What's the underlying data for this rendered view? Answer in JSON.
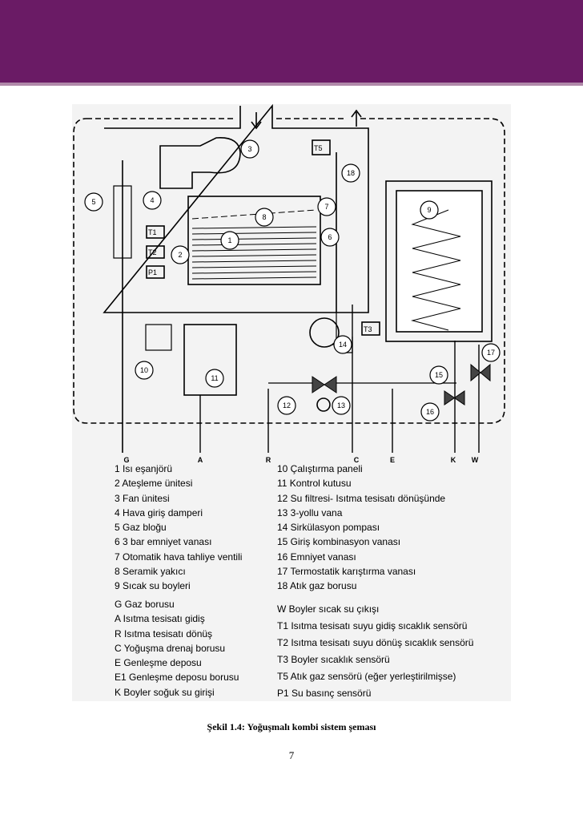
{
  "colors": {
    "header_purple": "#6a1b65",
    "header_line": "#b089a9"
  },
  "diagram": {
    "component_numbers": [
      "1",
      "2",
      "3",
      "4",
      "5",
      "6",
      "7",
      "8",
      "9",
      "10",
      "11",
      "12",
      "13",
      "14",
      "15",
      "16",
      "17",
      "18"
    ],
    "sensor_labels": {
      "T1": "T1",
      "T2": "T2",
      "P1": "P1",
      "T3": "T3",
      "T5": "T5"
    },
    "connection_letters": [
      "G",
      "A",
      "R",
      "C",
      "E",
      "K",
      "W"
    ]
  },
  "legend_left": [
    "1  Isı eşanjörü",
    "2  Ateşleme ünitesi",
    "3  Fan ünitesi",
    "4  Hava giriş damperi",
    "5  Gaz bloğu",
    "6  3 bar emniyet vanası",
    "7  Otomatik hava tahliye ventili",
    "8  Seramik yakıcı",
    "9  Sıcak su boyleri"
  ],
  "legend_right": [
    "10 Çalıştırma paneli",
    "11 Kontrol kutusu",
    "12  Su filtresi- Isıtma tesisatı dönüşünde",
    "13  3-yollu vana",
    "14  Sirkülasyon pompası",
    "15  Giriş kombinasyon vanası",
    "16  Emniyet vanası",
    "17  Termostatik karıştırma vanası",
    "18  Atık gaz borusu"
  ],
  "legend_connections": [
    "G   Gaz borusu",
    "A   Isıtma tesisatı gidiş",
    "R   Isıtma tesisatı dönüş",
    "C   Yoğuşma drenaj borusu",
    "E   Genleşme deposu",
    "E1  Genleşme deposu borusu",
    "K   Boyler soğuk su girişi"
  ],
  "legend_sensors": [
    "W  Boyler sıcak su çıkışı",
    "T1  Isıtma tesisatı suyu gidiş sıcaklık sensörü",
    "T2  Isıtma tesisatı suyu dönüş sıcaklık sensörü",
    "T3  Boyler sıcaklık sensörü",
    "T5  Atık gaz sensörü (eğer yerleştirilmişse)",
    "P1  Su basınç sensörü"
  ],
  "caption": "Şekil 1.4: Yoğuşmalı kombi sistem şeması",
  "page_number": "7"
}
